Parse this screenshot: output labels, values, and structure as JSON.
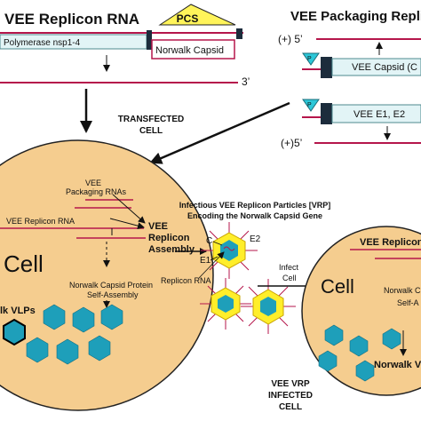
{
  "replicon": {
    "title": "VEE Replicon RNA",
    "pcs": "PCS",
    "polymerase": "Polymerase nsp1-4",
    "capsid": "Norwalk Capsid",
    "three_prime": "3’"
  },
  "packaging": {
    "title": "VEE Packaging Replic",
    "plus5_top": "(+) 5’",
    "plus5_bottom": "(+)5’",
    "promoter": "P",
    "capsid_gene": "VEE Capsid (C",
    "glycoprotein_gene": "VEE E1, E2"
  },
  "transfected_cell": {
    "label_line1": "TRANSFECTED",
    "label_line2": "CELL",
    "cell_label": "Cell",
    "packaging_rnas_line1": "VEE",
    "packaging_rnas_line2": "Packaging RNAs",
    "replicon_rna": "VEE Replicon RNA",
    "assembly_line1": "VEE",
    "assembly_line2": "Replicon",
    "assembly_line3": "Assembly",
    "self_assembly_line1": "Norwalk Capsid Protein",
    "self_assembly_line2": "Self-Assembly",
    "vlps": "lk VLPs"
  },
  "vrp": {
    "title_line1": "Infectious VEE Replicon Particles [VRP]",
    "title_line2": "Encoding  the Norwalk Capsid Gene",
    "c": "C",
    "e2": "E2",
    "e1": "E1",
    "replicon_rna": "Replicon RNA",
    "infect_line1": "Infect",
    "infect_line2": "Cell"
  },
  "infected_cell": {
    "cell_label": "Cell",
    "replicon": "VEE Replicon",
    "norwalk": "Norwalk C",
    "self": "Self-A",
    "vlps": "Norwalk VL",
    "label_line1": "VEE VRP",
    "label_line2": "INFECTED",
    "label_line3": "CELL"
  },
  "colors": {
    "cell_fill": "#f5cd8f",
    "rna_line": "#b5164b",
    "gene_box": "#e2f4f6",
    "pcs_fill": "#fff45a",
    "vlp_fill": "#1e9fba",
    "vrp_outer": "#ffee2a",
    "promoter_fill": "#2cc7d8"
  },
  "icons": [
    "arrow-icon",
    "promoter-triangle-icon",
    "vlp-hexagon-icon",
    "vrp-particle-icon"
  ]
}
